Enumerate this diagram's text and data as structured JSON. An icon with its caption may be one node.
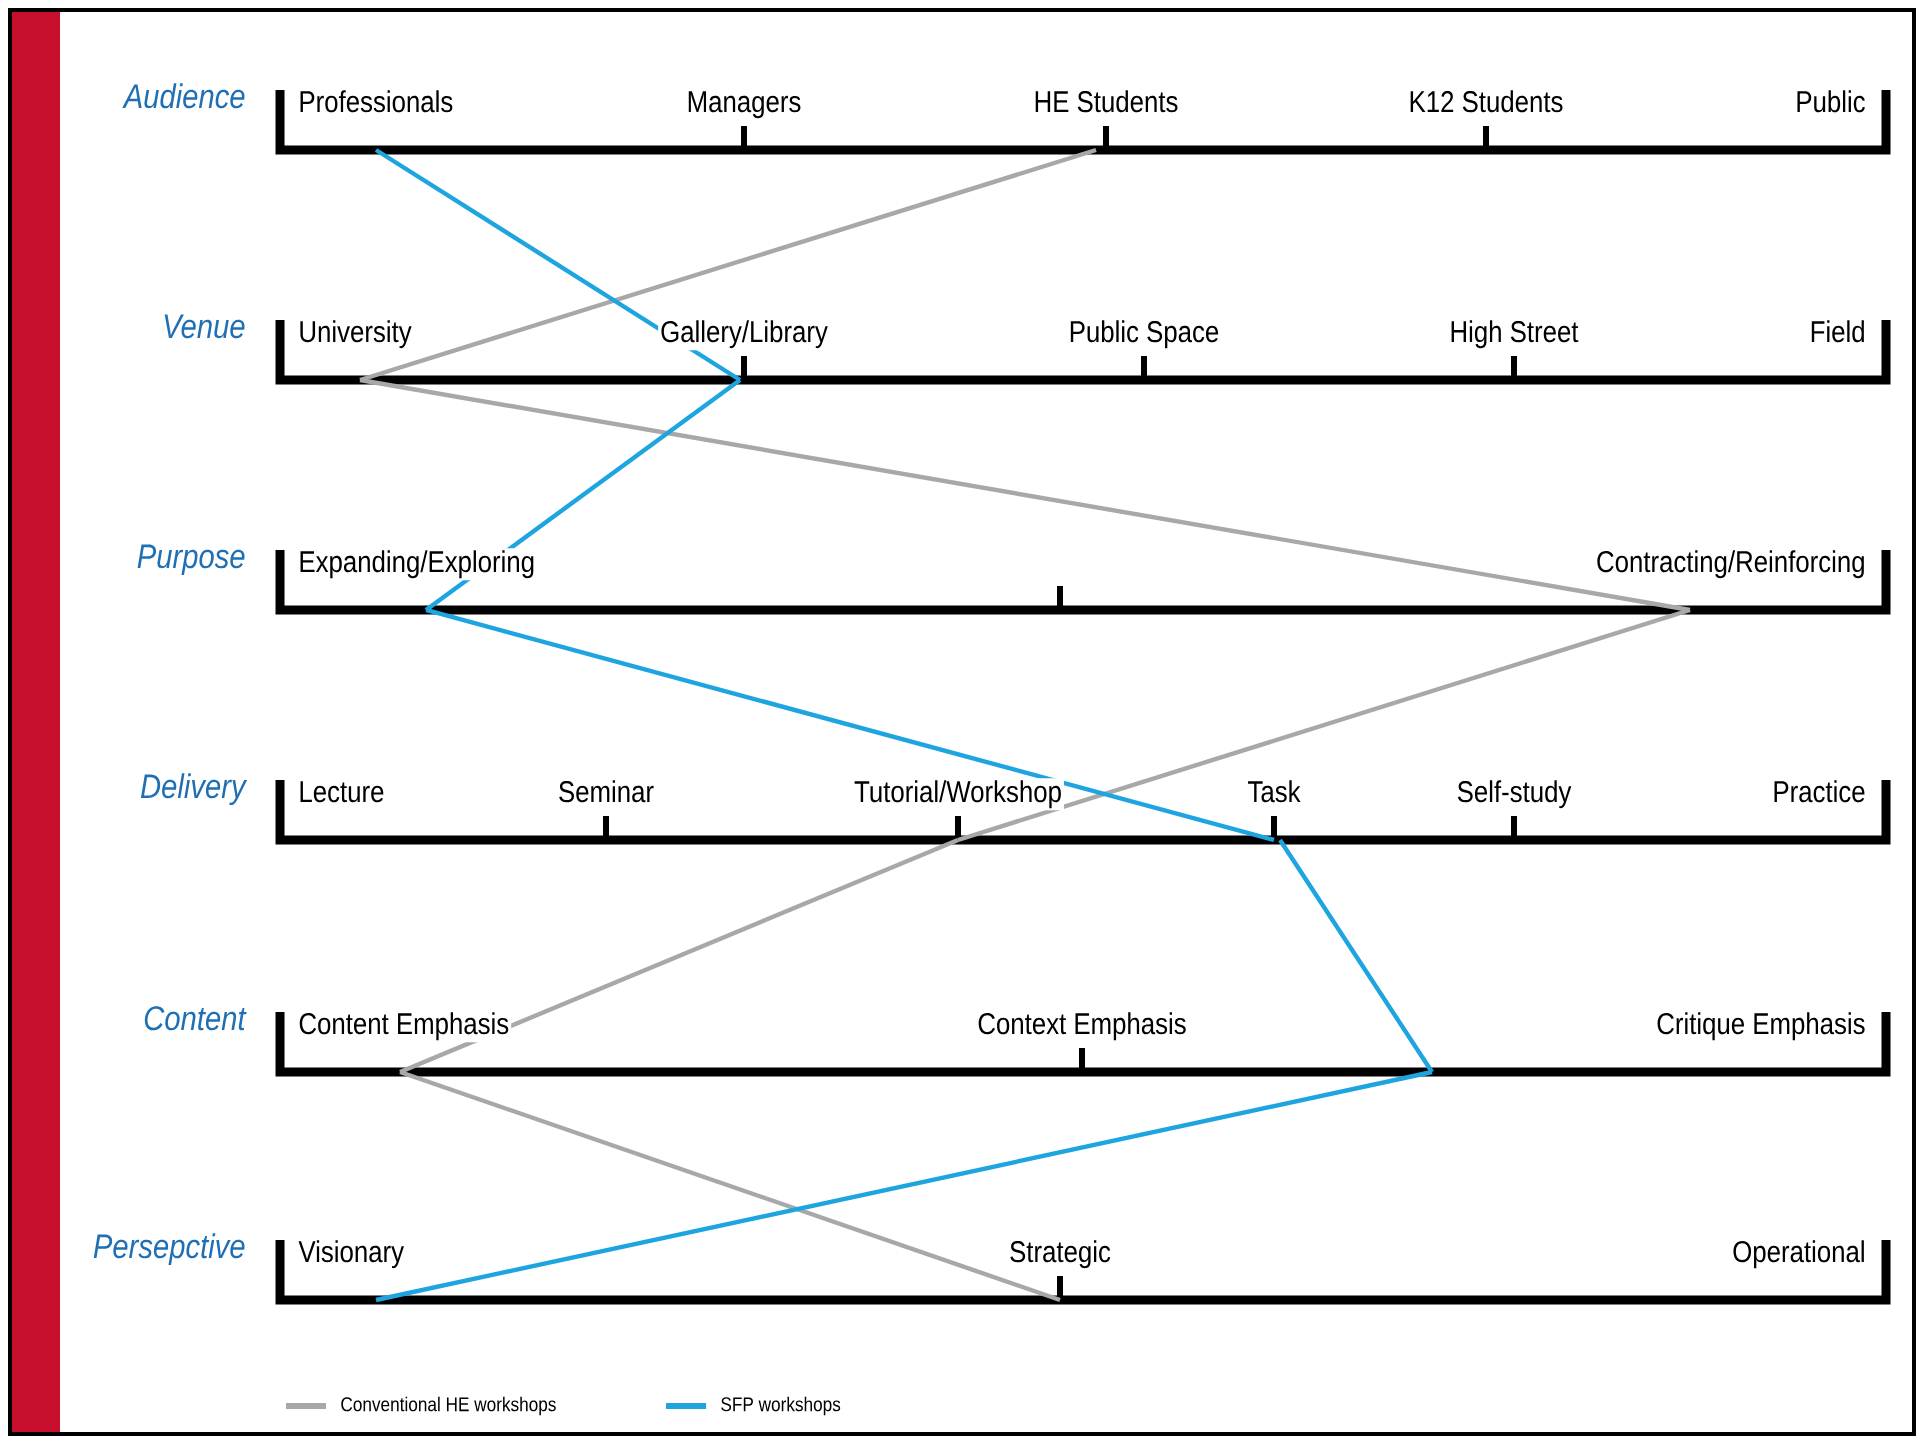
{
  "diagram": {
    "nodes": [
      {
        "text": [
          "Audience"
        ]
      },
      {
        "text": [
          "Venue"
        ]
      },
      {
        "text": [
          "Purpose"
        ]
      },
      {
        "text": [
          "Delivery"
        ]
      },
      {
        "text": [
          "Content"
        ]
      },
      {
        "text": [
          "Persepctive"
        ]
      }
    ],
    "edges": [
      {
        "from": 0,
        "to": 1,
        "arrow": "none",
        "color": "#a8a8a8"
      },
      {
        "from": 1,
        "to": 2,
        "arrow": "none",
        "color": "#a8a8a8"
      },
      {
        "from": 2,
        "to": 3,
        "arrow": "none",
        "color": "#a8a8a8"
      },
      {
        "from": 3,
        "to": 4,
        "arrow": "none",
        "color": "#a8a8a8"
      },
      {
        "from": 4,
        "to": 5,
        "arrow": "none",
        "color": "#a8a8a8"
      },
      {
        "from": 0,
        "to": 1,
        "arrow": "none",
        "color": "#1ea5e0"
      },
      {
        "from": 1,
        "to": 2,
        "arrow": "none",
        "color": "#1ea5e0"
      },
      {
        "from": 2,
        "to": 3,
        "arrow": "none",
        "color": "#1ea5e0"
      },
      {
        "from": 3,
        "to": 4,
        "arrow": "none",
        "color": "#1ea5e0"
      },
      {
        "from": 4,
        "to": 5,
        "arrow": "none",
        "color": "#1ea5e0"
      }
    ],
    "labels": [
      "Professionals",
      "Managers",
      "HE Students",
      "K12 Students",
      "Public",
      "University",
      "Gallery/Library",
      "Public Space",
      "High Street",
      "Field",
      "Expanding/Exploring",
      "Contracting/Reinforcing",
      "Lecture",
      "Seminar",
      "Tutorial/Workshop",
      "Task",
      "Self-study",
      "Practice",
      "Content Emphasis",
      "Context Emphasis",
      "Critique Emphasis",
      "Visionary",
      "Strategic",
      "Operational"
    ],
    "legend": [
      {
        "text": "Conventional HE workshops",
        "color": "#a8a8a8"
      },
      {
        "text": "SFP workshops",
        "color": "#1ea5e0"
      }
    ]
  }
}
